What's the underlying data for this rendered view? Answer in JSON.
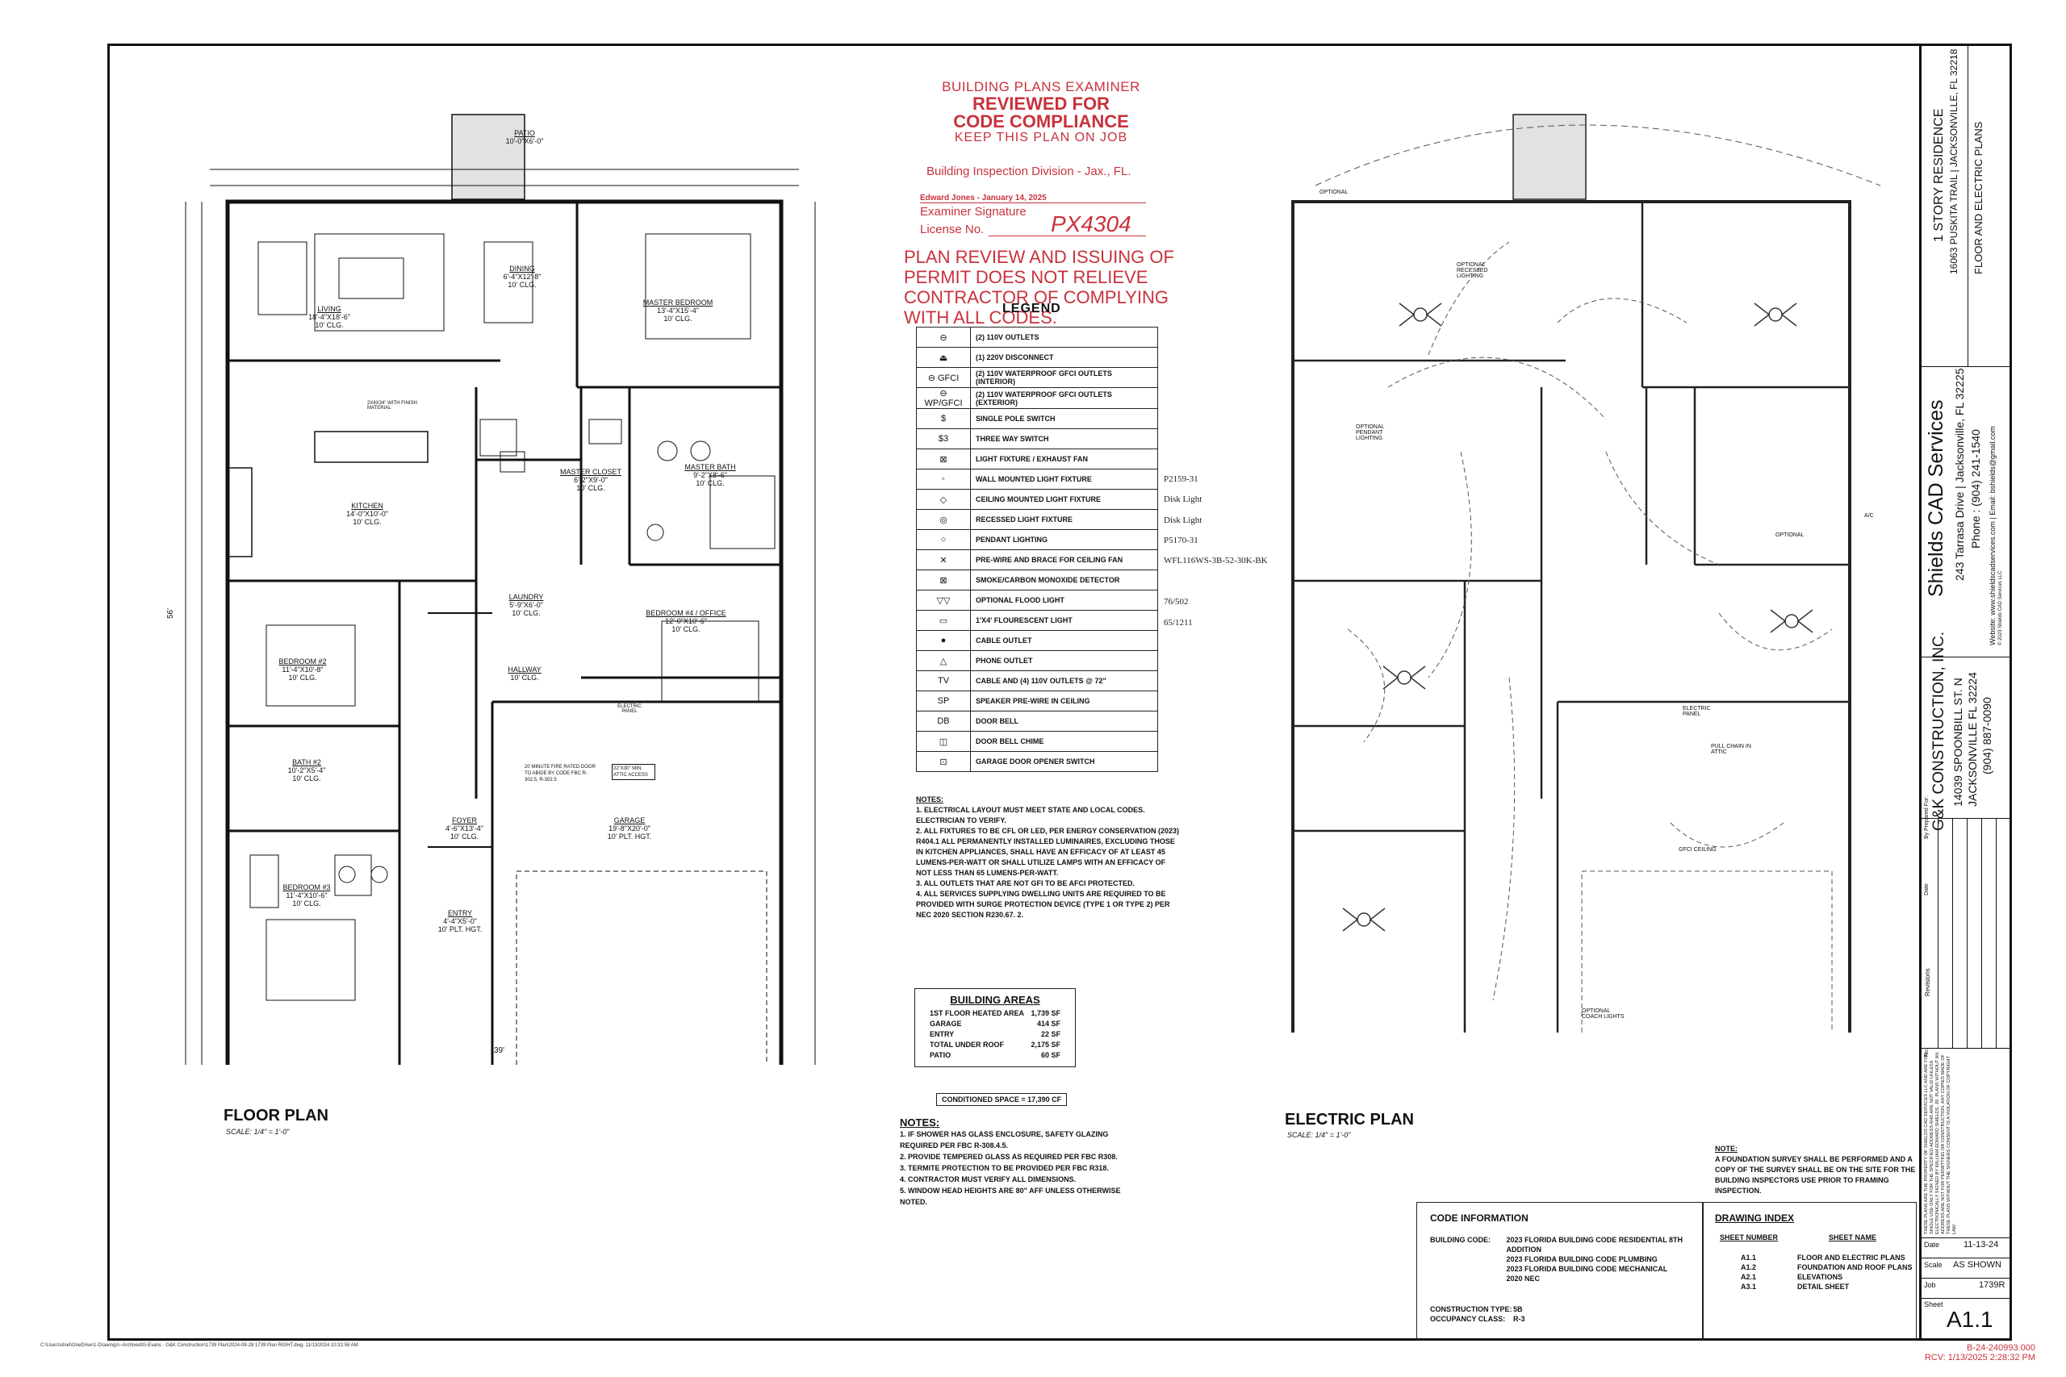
{
  "stamp": {
    "line1": "BUILDING PLANS EXAMINER",
    "line2": "REVIEWED FOR",
    "line3": "CODE COMPLIANCE",
    "line4": "KEEP THIS PLAN ON JOB",
    "division": "Building Inspection Division - Jax., FL.",
    "examiner": "Edward Jones - January 14, 2025",
    "signature_label": "Examiner Signature",
    "license_label": "License No.",
    "license_number": "PX4304",
    "permit_note": "PLAN REVIEW AND ISSUING OF PERMIT DOES NOT RELIEVE CONTRACTOR OF COMPLYING WITH ALL CODES."
  },
  "legend": {
    "title": "LEGEND",
    "items": [
      {
        "symbol": "⊖",
        "label": "(2) 110V OUTLETS",
        "note": ""
      },
      {
        "symbol": "⏏",
        "label": "(1) 220V DISCONNECT",
        "note": ""
      },
      {
        "symbol": "⊖ GFCI",
        "label": "(2) 110V WATERPROOF GFCI OUTLETS (INTERIOR)",
        "note": ""
      },
      {
        "symbol": "⊖ WP/GFCI",
        "label": "(2) 110V WATERPROOF GFCI OUTLETS (EXTERIOR)",
        "note": ""
      },
      {
        "symbol": "$",
        "label": "SINGLE POLE SWITCH",
        "note": ""
      },
      {
        "symbol": "$3",
        "label": "THREE WAY SWITCH",
        "note": ""
      },
      {
        "symbol": "⊠",
        "label": "LIGHT FIXTURE / EXHAUST FAN",
        "note": ""
      },
      {
        "symbol": "◦",
        "label": "WALL MOUNTED LIGHT FIXTURE",
        "note": "P2159-31"
      },
      {
        "symbol": "◇",
        "label": "CEILING MOUNTED LIGHT FIXTURE",
        "note": "Disk Light"
      },
      {
        "symbol": "◎",
        "label": "RECESSED LIGHT FIXTURE",
        "note": "Disk Light"
      },
      {
        "symbol": "○",
        "label": "PENDANT LIGHTING",
        "note": "P5170-31"
      },
      {
        "symbol": "✕",
        "label": "PRE-WIRE AND BRACE FOR CEILING FAN",
        "note": "WFL116WS-3B-52-30K-BK"
      },
      {
        "symbol": "⊠",
        "label": "SMOKE/CARBON MONOXIDE DETECTOR",
        "note": ""
      },
      {
        "symbol": "▽▽",
        "label": "OPTIONAL FLOOD LIGHT",
        "note": "76/502"
      },
      {
        "symbol": "▭",
        "label": "1'X4' FLOURESCENT LIGHT",
        "note": "65/1211"
      },
      {
        "symbol": "●",
        "label": "CABLE OUTLET",
        "note": ""
      },
      {
        "symbol": "△",
        "label": "PHONE OUTLET",
        "note": ""
      },
      {
        "symbol": "TV",
        "label": "CABLE AND (4) 110V OUTLETS @ 72\"",
        "note": ""
      },
      {
        "symbol": "SP",
        "label": "SPEAKER PRE-WIRE IN CEILING",
        "note": ""
      },
      {
        "symbol": "DB",
        "label": "DOOR BELL",
        "note": ""
      },
      {
        "symbol": "◫",
        "label": "DOOR BELL CHIME",
        "note": ""
      },
      {
        "symbol": "⊡",
        "label": "GARAGE DOOR OPENER SWITCH",
        "note": ""
      }
    ]
  },
  "electrical_notes": {
    "title": "NOTES:",
    "lines": [
      "1. ELECTRICAL LAYOUT MUST MEET STATE AND LOCAL CODES. ELECTRICIAN TO VERIFY.",
      "2. ALL FIXTURES TO BE CFL OR LED, PER ENERGY CONSERVATION (2023) R404.1 ALL PERMANENTLY INSTALLED LUMINAIRES, EXCLUDING THOSE IN KITCHEN APPLIANCES, SHALL HAVE AN EFFICACY OF AT LEAST 45 LUMENS-PER-WATT OR SHALL UTILIZE LAMPS WITH AN EFFICACY OF NOT LESS THAN 65 LUMENS-PER-WATT.",
      "3. ALL OUTLETS THAT ARE NOT GFI TO BE AFCI PROTECTED.",
      "4. ALL SERVICES SUPPLYING DWELLING UNITS ARE REQUIRED TO BE PROVIDED WITH SURGE PROTECTION DEVICE (TYPE 1 OR TYPE 2) PER NEC 2020 SECTION R230.67. 2."
    ]
  },
  "building_areas": {
    "title": "BUILDING AREAS",
    "rows": [
      {
        "label": "1ST FLOOR HEATED AREA",
        "value": "1,739 SF"
      },
      {
        "label": "GARAGE",
        "value": "414 SF"
      },
      {
        "label": "ENTRY",
        "value": "22 SF"
      },
      {
        "label": "TOTAL UNDER ROOF",
        "value": "2,175 SF"
      },
      {
        "label": "PATIO",
        "value": "60 SF"
      }
    ],
    "conditioned": "CONDITIONED SPACE = 17,390 CF"
  },
  "floor_plan": {
    "title": "FLOOR PLAN",
    "scale": "SCALE: 1/4\" = 1'-0\"",
    "rooms": [
      {
        "name": "PATIO",
        "dims": "10'-0\"X6'-0\""
      },
      {
        "name": "LIVING",
        "dims": "18'-4\"X18'-6\"",
        "clg": "10' CLG."
      },
      {
        "name": "DINING",
        "dims": "6'-4\"X12'-8\"",
        "clg": "10' CLG."
      },
      {
        "name": "MASTER BEDROOM",
        "dims": "13'-4\"X15'-4\"",
        "clg": "10' CLG."
      },
      {
        "name": "KITCHEN",
        "dims": "14'-0\"X10'-0\"",
        "clg": "10' CLG."
      },
      {
        "name": "MASTER CLOSET",
        "dims": "6'-2\"X9'-0\"",
        "clg": "10' CLG."
      },
      {
        "name": "MASTER BATH",
        "dims": "9'-2\"X8'-6\"",
        "clg": "10' CLG."
      },
      {
        "name": "LAUNDRY",
        "dims": "5'-9\"X6'-0\"",
        "clg": "10' CLG."
      },
      {
        "name": "BEDROOM #4 / OFFICE",
        "dims": "12'-0\"X10'-6\"",
        "clg": "10' CLG."
      },
      {
        "name": "BEDROOM #2",
        "dims": "11'-4\"X10'-8\"",
        "clg": "10' CLG."
      },
      {
        "name": "HALLWAY",
        "dims": "",
        "clg": "10' CLG."
      },
      {
        "name": "BATH #2",
        "dims": "10'-2\"X5'-4\"",
        "clg": "10' CLG."
      },
      {
        "name": "GARAGE",
        "dims": "19'-8\"X20'-0\"",
        "clg": "10' PLT. HGT."
      },
      {
        "name": "FOYER",
        "dims": "4'-6\"X13'-4\"",
        "clg": "10' CLG."
      },
      {
        "name": "BEDROOM #3",
        "dims": "11'-4\"X10'-6\"",
        "clg": "10' CLG."
      },
      {
        "name": "ENTRY",
        "dims": "4'-4\"X5'-0\"",
        "clg": "10' PLT. HGT."
      }
    ],
    "overall_width": "39'",
    "overall_depth": "56'",
    "labels": {
      "fire_door": "20 MINUTE FIRE RATED DOOR TO ABIDE BY CODE FBC R-302.5, R-302.5",
      "attic": "22\"X30\" MIN. ATTIC ACCESS",
      "electric_panel": "ELECTRIC PANEL",
      "finish": "2X4X34\" WITH FINISH MATERIAL"
    }
  },
  "electric_plan": {
    "title": "ELECTRIC PLAN",
    "scale": "SCALE: 1/4\" = 1'-0\"",
    "labels": [
      "OPTIONAL",
      "OPTIONAL RECESSED LIGHTING",
      "OPTIONAL PENDANT LIGHTING",
      "ELECTRIC PANEL",
      "PULL CHAIN IN ATTIC",
      "OPTIONAL COACH LIGHTS",
      "GFCI CEILING",
      "A/C",
      "OPTIONAL"
    ]
  },
  "general_notes": {
    "title": "NOTES:",
    "lines": [
      "1. IF SHOWER HAS GLASS ENCLOSURE, SAFETY GLAZING REQUIRED PER FBC R-308.4.5.",
      "2. PROVIDE TEMPERED GLASS AS REQUIRED PER FBC R308.",
      "3. TERMITE PROTECTION TO BE PROVIDED PER FBC R318.",
      "4. CONTRACTOR MUST VERIFY ALL DIMENSIONS.",
      "5. WINDOW HEAD HEIGHTS ARE 80\" AFF UNLESS OTHERWISE NOTED."
    ]
  },
  "foundation_note": {
    "title": "NOTE:",
    "text": "A FOUNDATION SURVEY SHALL BE PERFORMED AND A COPY OF THE SURVEY SHALL BE ON THE SITE FOR THE BUILDING INSPECTORS USE PRIOR TO FRAMING INSPECTION."
  },
  "code_info": {
    "title": "CODE INFORMATION",
    "building_code_label": "BUILDING CODE:",
    "building_codes": [
      "2023 FLORIDA BUILDING CODE RESIDENTIAL 8TH ADDITION",
      "2023 FLORIDA BUILDING CODE PLUMBING",
      "2023 FLORIDA BUILDING CODE MECHANICAL",
      "2020 NEC"
    ],
    "construction_type_label": "CONSTRUCTION TYPE:",
    "construction_type": "5B",
    "occupancy_label": "OCCUPANCY CLASS:",
    "occupancy": "R-3"
  },
  "drawing_index": {
    "title": "DRAWING INDEX",
    "col1": "SHEET NUMBER",
    "col2": "SHEET NAME",
    "rows": [
      {
        "num": "A1.1",
        "name": "FLOOR AND ELECTRIC PLANS"
      },
      {
        "num": "A1.2",
        "name": "FOUNDATION AND ROOF PLANS"
      },
      {
        "num": "A2.1",
        "name": "ELEVATIONS"
      },
      {
        "num": "A3.1",
        "name": "DETAIL SHEET"
      }
    ]
  },
  "title_block": {
    "project": "1 STORY RESIDENCE",
    "address": "16063 PUSKITA TRAIL | JACKSONVILLE, FL 32218",
    "sheet_title": "FLOOR AND ELECTRIC PLANS",
    "company": "Shields CAD Services",
    "company_address": "243 Tarrasa Drive | Jacksonville, FL 32225",
    "company_phone": "Phone : (904) 241-1540",
    "company_web": "Website: www.shieldscadservices.com | Email: bshields@gmail.com",
    "copyright": "© 2023 Shields CAD Services LLC",
    "prepared_for": "Prepared For:",
    "client": "G&K CONSTRUCTION, INC.",
    "client_address": "14039 SPOONBILL ST. N",
    "client_city": "JACKSONVILLE FL 32224",
    "client_phone": "(904) 887-0090",
    "revisions_label": "Revisions",
    "date_col": "Date",
    "by_col": "By",
    "no_col": "No.",
    "disclaimer": "THESE PLANS ARE THE PROPERTY OF SHIELDS CAD SERVICES LLC AND ARE FOR SINGLE USE ONLY FOR THE SPECIFIED ADDRESS AND ARE NOT VALID UNLESS ELECTRONICALLY SIGNED BY WILLIAM EDWARD SHIELDS, JR. PLANS WITHOUT AN ADDRESS ARE NOT FOR PERMITTING OR CONSTRUCTION. ANY COPIES MADE OF THESE PLANS WITHOUT THE SIGNERS CONSENT IS A VIOLATION OF COPYRIGHT LAW.",
    "date_label": "Date",
    "date": "11-13-24",
    "scale_label": "Scale",
    "scale": "AS SHOWN",
    "job_label": "Job",
    "job": "1739R",
    "sheet_label": "Sheet",
    "sheet": "A1.1"
  },
  "footer": {
    "path": "C:\\Users\\shiel\\OneDrive\\1-Drawings\\~Archived\\G-Evans - G&K Construction\\1739 Plan\\2024-08-28 1739 Plan RIGHT.dwg, 11/13/2024 10:31:58 AM",
    "permit_no": "B-24-240993.000",
    "rcv": "RCV: 1/13/2025 2:28:32 PM"
  }
}
